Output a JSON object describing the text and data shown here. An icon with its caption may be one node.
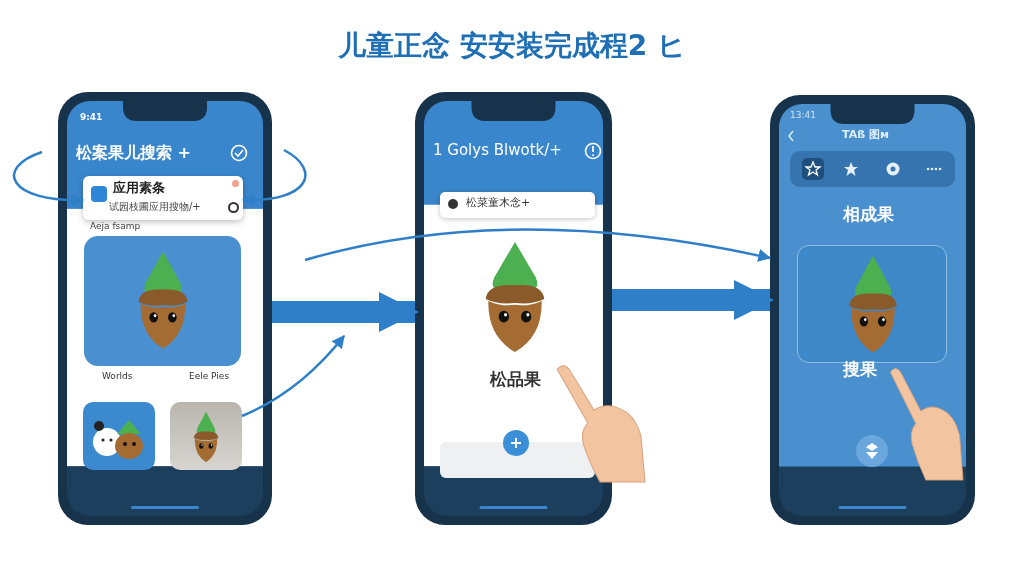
{
  "diagram": {
    "title": "儿童正念 安安装完成程2 ヒ",
    "nodes": [
      {
        "text": [
          "松案果儿搜索 +"
        ]
      },
      {
        "text": [
          "应用素条",
          "试园枝圃应用搜物/+"
        ],
        "in": 0
      },
      {
        "text": [],
        "shape": "picture",
        "in": 0
      },
      {
        "text": [],
        "shape": "picture",
        "in": 0
      },
      {
        "text": [],
        "shape": "picture",
        "in": 0
      },
      {
        "text": [
          "1 Golys Blwotk/+"
        ]
      },
      {
        "text": [
          "松菜童木念+"
        ],
        "in": 5
      },
      {
        "text": [],
        "shape": "picture",
        "in": 5,
        "beside": [
          "松品果"
        ]
      },
      {
        "text": [
          "TAß 图м"
        ]
      },
      {
        "text": [],
        "shape": "picture",
        "in": 8,
        "beside": [
          "搜果"
        ]
      }
    ],
    "edges": [
      {
        "from": 0,
        "to": 5,
        "arrow": "to",
        "style": "thick"
      },
      {
        "from": 5,
        "to": 8,
        "arrow": "to",
        "style": "thick"
      },
      {
        "from": 4,
        "to": null,
        "arrow": "to"
      },
      {
        "from": null,
        "to": 8,
        "arrow": "to"
      },
      {
        "from": null,
        "to": 1,
        "arrow": "to"
      },
      {
        "from": null,
        "to": 1,
        "arrow": "to"
      }
    ],
    "labels": [
      "9:41",
      "Aeja fsamp",
      "Worlds",
      "Eele Pies",
      "13:41",
      "相成果"
    ]
  }
}
